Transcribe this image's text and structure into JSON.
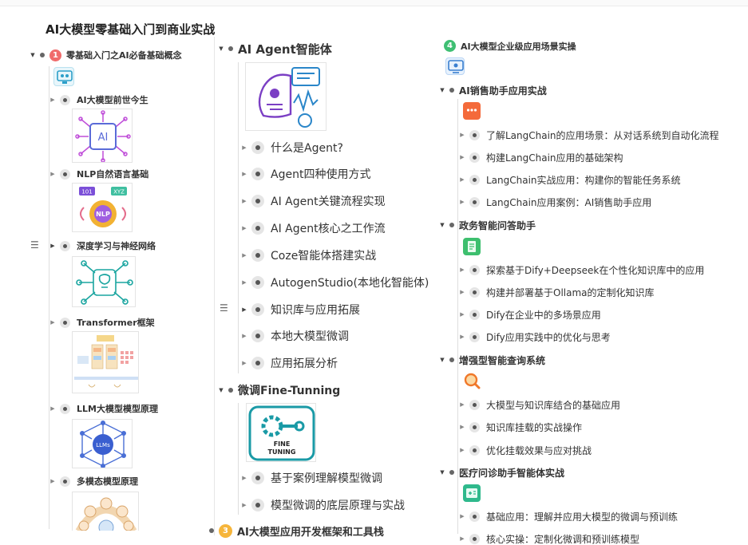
{
  "title": "AI大模型零基础入门到商业实战",
  "col1": {
    "section": {
      "num": "1",
      "label": "零基础入门之AI必备基础概念"
    },
    "items": [
      {
        "label": "AI大模型前世今生"
      },
      {
        "label": "NLP自然语言基础",
        "badge_left": "101",
        "badge_right": "XYZ",
        "gear_text": "NLP"
      },
      {
        "label": "深度学习与神经网络"
      },
      {
        "label": "Transformer框架"
      },
      {
        "label": "LLM大模型模型原理",
        "hex_text": "LLMs"
      },
      {
        "label": "多模态模型原理"
      }
    ],
    "ai_chip_text": "AI"
  },
  "col2": {
    "agent": {
      "label": "AI Agent智能体",
      "items": [
        "什么是Agent?",
        "Agent四种使用方式",
        "AI Agent关键流程实现",
        "AI Agent核心之工作流",
        "Coze智能体搭建实战",
        "AutogenStudio(本地化智能体)",
        "知识库与应用拓展",
        "本地大模型微调",
        "应用拓展分析"
      ]
    },
    "finetune": {
      "label": "微调Fine-Tunning",
      "logo_line1": "FINE",
      "logo_line2": "TUNING",
      "items": [
        "基于案例理解模型微调",
        "模型微调的底层原理与实战"
      ]
    },
    "section3": {
      "num": "3",
      "label": "AI大模型应用开发框架和工具栈"
    }
  },
  "col3": {
    "section": {
      "num": "4",
      "label": "AI大模型企业级应用场景实操"
    },
    "groups": [
      {
        "label": "AI销售助手应用实战",
        "items": [
          "了解LangChain的应用场景：从对话系统到自动化流程",
          "构建LangChain应用的基础架构",
          "LangChain实战应用：构建你的智能任务系统",
          "LangChain应用案例：AI销售助手应用"
        ]
      },
      {
        "label": "政务智能问答助手",
        "items": [
          "探索基于Dify+Deepseek在个性化知识库中的应用",
          "构建并部署基于Ollama的定制化知识库",
          "Dify在企业中的多场景应用",
          "Dify应用实践中的优化与思考"
        ]
      },
      {
        "label": "增强型智能查询系统",
        "items": [
          "大模型与知识库结合的基础应用",
          "知识库挂载的实战操作",
          "优化挂载效果与应对挑战"
        ]
      },
      {
        "label": "医疗问诊助手智能体实战",
        "items": [
          "基础应用：理解并应用大模型的微调与预训练",
          "核心实操：定制化微调和预训练模型"
        ]
      }
    ]
  },
  "colors": {
    "red": "#f06b6b",
    "green": "#3fbf73",
    "orange": "#f6b53b",
    "purple": "#7b3fc4",
    "teal": "#1aa5a0",
    "blue": "#4a7fd6"
  }
}
